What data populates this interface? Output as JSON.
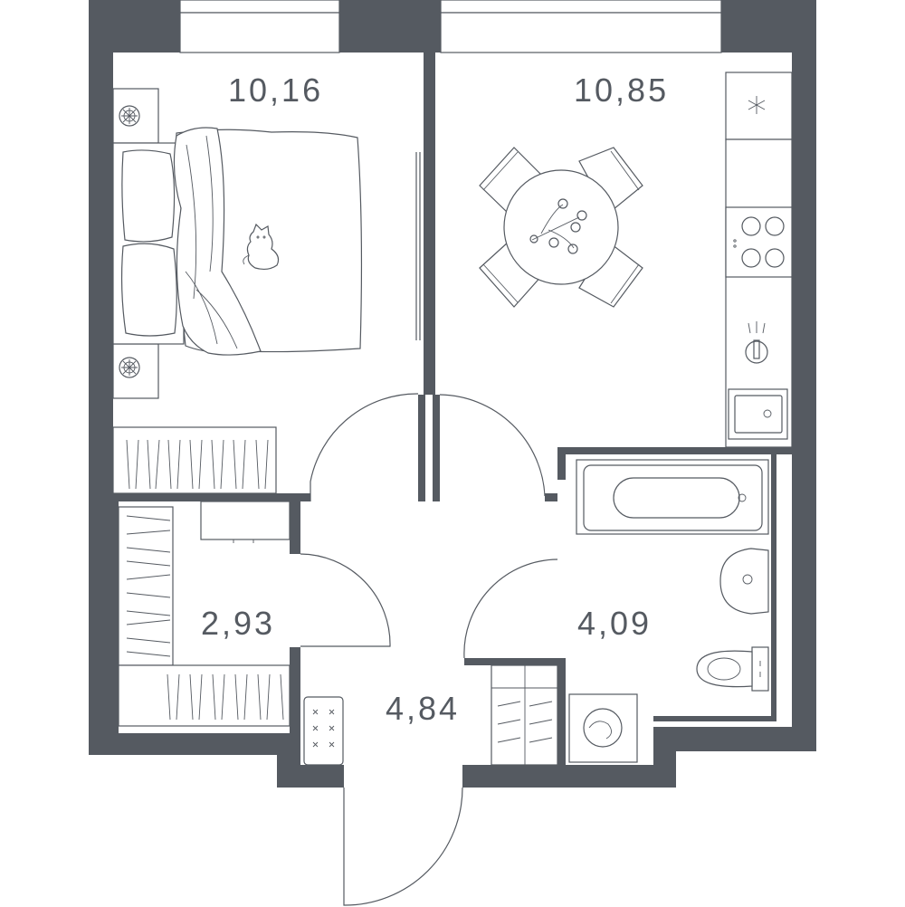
{
  "plan": {
    "wall_color": "#555a61",
    "background_color": "#ffffff",
    "rooms": [
      {
        "id": "bedroom",
        "area": "10,16"
      },
      {
        "id": "kitchen",
        "area": "10,85"
      },
      {
        "id": "wardrobe",
        "area": "2,93"
      },
      {
        "id": "hallway",
        "area": "4,84"
      },
      {
        "id": "bathroom",
        "area": "4,09"
      }
    ],
    "fixtures": [
      "bed-icon",
      "nightstand-lamp-icon",
      "cat-icon",
      "dining-table-icon",
      "chair-icon",
      "flowers-icon",
      "fridge-icon",
      "cooktop-icon",
      "faucet-icon",
      "kitchen-sink-icon",
      "bathtub-icon",
      "washbasin-icon",
      "toilet-icon",
      "washing-machine-icon",
      "wardrobe-icon",
      "shoe-cabinet-icon"
    ]
  }
}
